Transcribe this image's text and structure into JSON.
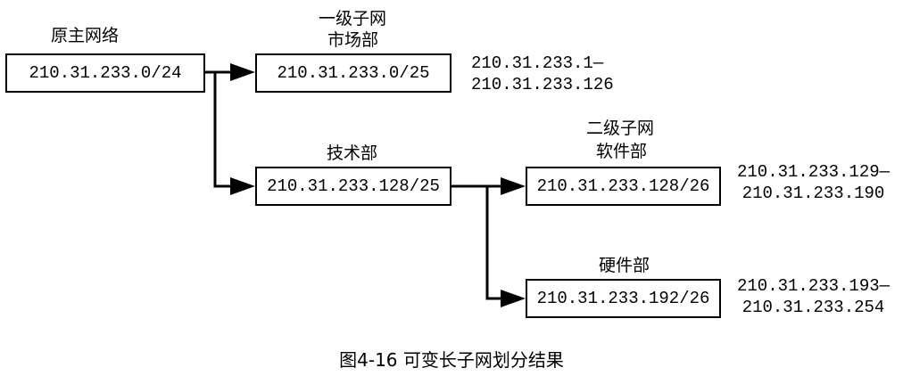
{
  "original": {
    "title": "原主网络",
    "address": "210.31.233.0/24"
  },
  "level1": {
    "title": "一级子网"
  },
  "market": {
    "title": "市场部",
    "address": "210.31.233.0/25",
    "range_start": "210.31.233.1—",
    "range_end": "210.31.233.126"
  },
  "tech": {
    "title": "技术部",
    "address": "210.31.233.128/25"
  },
  "level2": {
    "title": "二级子网"
  },
  "software": {
    "title": "软件部",
    "address": "210.31.233.128/26",
    "range_start": "210.31.233.129—",
    "range_end": "210.31.233.190"
  },
  "hardware": {
    "title": "硬件部",
    "address": "210.31.233.192/26",
    "range_start": "210.31.233.193—",
    "range_end": "210.31.233.254"
  },
  "caption": "图4-16  可变长子网划分结果"
}
